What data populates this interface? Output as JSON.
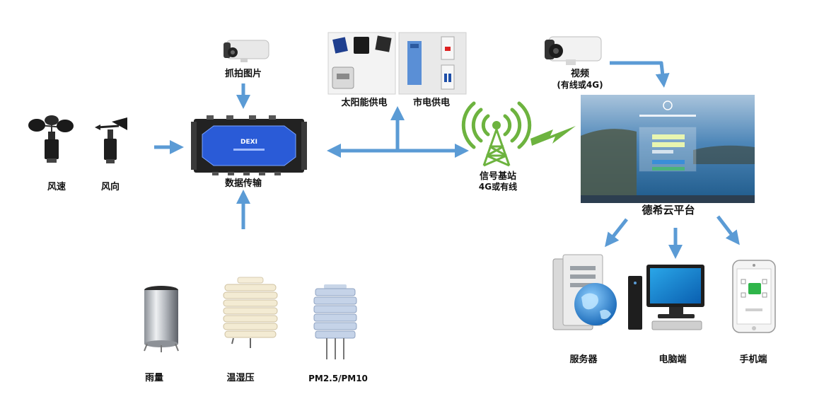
{
  "sensors": {
    "wind_speed": "风速",
    "wind_direction": "风向",
    "rain": "雨量",
    "temp_humidity_pressure": "温湿压",
    "pm": "PM2.5/PM10"
  },
  "capture_label": "抓拍图片",
  "data_transmission_label": "数据传输",
  "device_brand": "DEXI",
  "solar_power_label": "太阳能供电",
  "mains_power_label": "市电供电",
  "base_station": {
    "line1": "信号基站",
    "line2": "4G或有线"
  },
  "video": {
    "line1": "视频",
    "line2": "(有线或4G)"
  },
  "platform_label": "德希云平台",
  "clients": {
    "server": "服务器",
    "pc": "电脑端",
    "mobile": "手机端"
  },
  "colors": {
    "arrow": "#5b9bd5",
    "signal": "#6db33f",
    "device_panel": "#2a5bd7"
  }
}
